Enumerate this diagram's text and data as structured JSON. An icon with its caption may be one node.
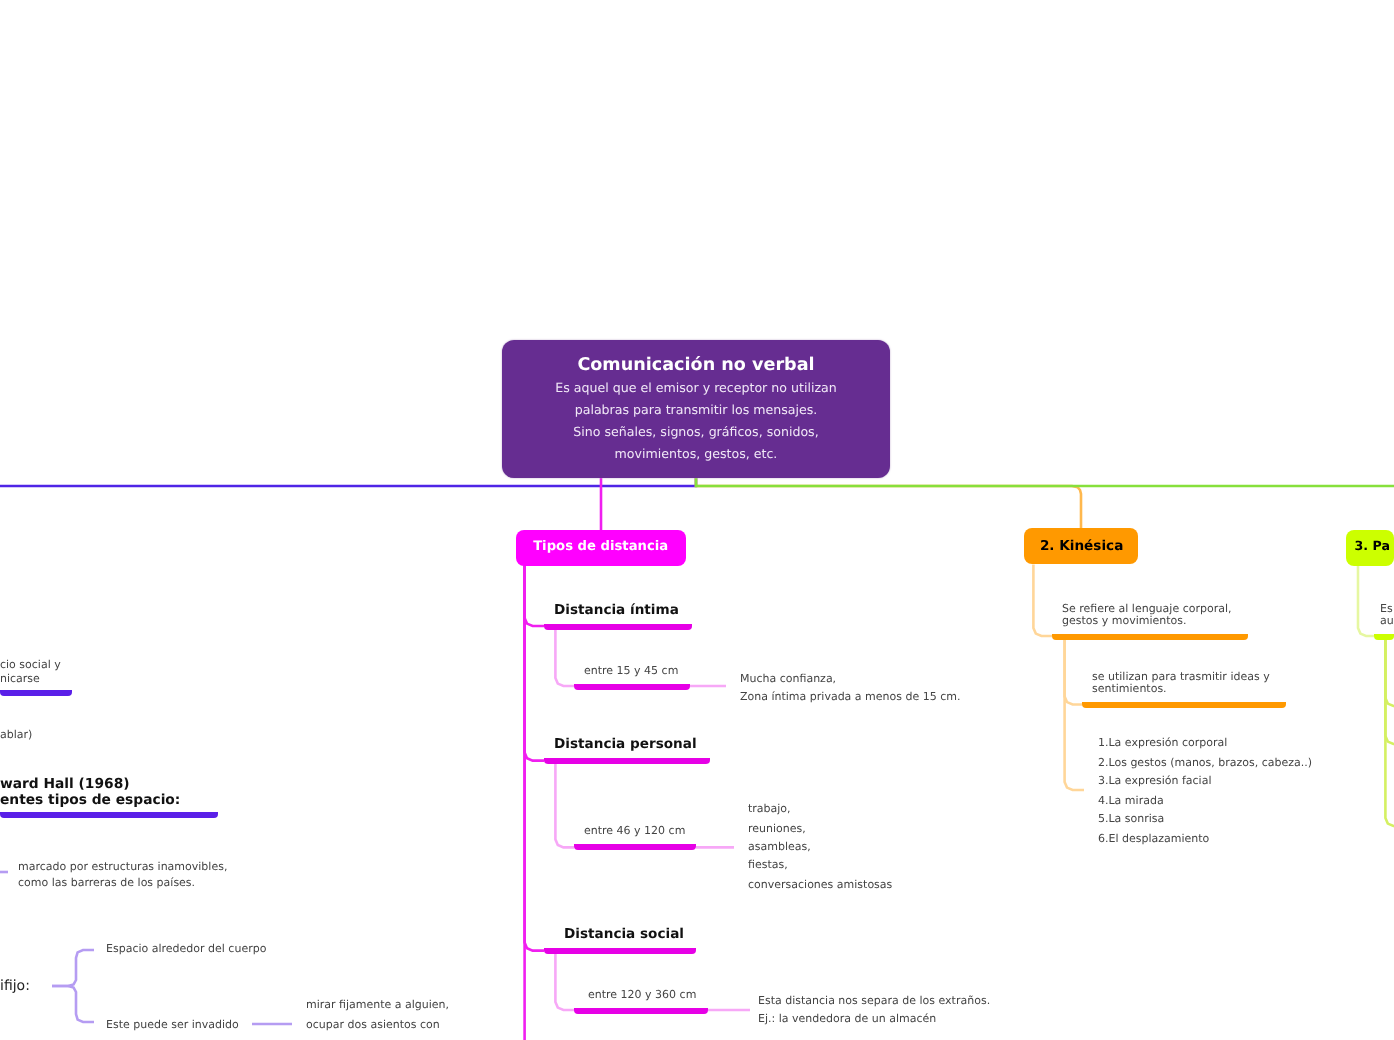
{
  "diagram": {
    "nodes": [
      {
        "text": [
          "Comunicación no verbal",
          "Es aquel que el emisor y receptor no utilizan palabras para transmitir los mensajes.",
          "Sino señales, signos, gráficos, sonidos, movimientos, gestos, etc."
        ]
      },
      {
        "text": [
          "cio social y nicarse"
        ]
      },
      {
        "text": [
          "ablar)"
        ]
      },
      {
        "text": [
          "ward Hall (1968)",
          "entes tipos de espacio:"
        ]
      },
      {
        "text": [
          "marcado por estructuras inamovibles, como las barreras de los países."
        ]
      },
      {
        "text": [
          "ifijo:"
        ]
      },
      {
        "text": [
          "Espacio alrededor del cuerpo"
        ]
      },
      {
        "text": [
          "Este puede ser invadido"
        ]
      },
      {
        "text": [
          "mirar fijamente a alguien, ocupar dos asientos con"
        ]
      },
      {
        "text": [
          "Tipos de distancia"
        ]
      },
      {
        "text": [
          "Distancia íntima"
        ]
      },
      {
        "text": [
          "entre 15 y 45 cm"
        ]
      },
      {
        "text": [
          "Mucha confianza,",
          "Zona íntima privada a menos de 15 cm."
        ]
      },
      {
        "text": [
          "Distancia personal"
        ]
      },
      {
        "text": [
          "entre 46 y 120 cm"
        ]
      },
      {
        "text": [
          "trabajo,",
          "reuniones,",
          "asambleas,",
          "fiestas,",
          "conversaciones amistosas"
        ]
      },
      {
        "text": [
          "Distancia social"
        ]
      },
      {
        "text": [
          "entre 120 y 360 cm"
        ]
      },
      {
        "text": [
          "Esta distancia nos separa de los extraños.",
          "Ej.: la vendedora de un almacén"
        ]
      },
      {
        "text": [
          "2. Kinésica"
        ]
      },
      {
        "text": [
          "Se refiere al lenguaje corporal, gestos y movimientos."
        ]
      },
      {
        "text": [
          "se utilizan para trasmitir ideas y sentimientos."
        ]
      },
      {
        "text": [
          "1.La expresión corporal",
          "2.Los gestos (manos, brazos, cabeza..)",
          "3.La expresión facial",
          "4.La mirada",
          "5.La sonrisa",
          "6.El desplazamiento"
        ]
      },
      {
        "text": [
          "3. Pa"
        ]
      },
      {
        "text": [
          "Es au"
        ]
      }
    ],
    "edges": [
      {
        "from": 0,
        "to": null,
        "arrow": "none",
        "color": "#4f25e6"
      },
      {
        "from": 0,
        "to": 9,
        "arrow": "none",
        "color": "#f01ff0"
      },
      {
        "from": 9,
        "to": 10,
        "arrow": "none",
        "color": "#f01ff0"
      },
      {
        "from": 10,
        "to": 11,
        "arrow": "none",
        "color": "#f7a8f7"
      },
      {
        "from": 11,
        "to": 12,
        "arrow": "none",
        "color": "#f7a8f7"
      },
      {
        "from": 9,
        "to": 13,
        "arrow": "none",
        "color": "#f01ff0"
      },
      {
        "from": 13,
        "to": 14,
        "arrow": "none",
        "color": "#f7a8f7"
      },
      {
        "from": 14,
        "to": 15,
        "arrow": "none",
        "color": "#f7a8f7"
      },
      {
        "from": 9,
        "to": 16,
        "arrow": "none",
        "color": "#f01ff0"
      },
      {
        "from": 16,
        "to": 17,
        "arrow": "none",
        "color": "#f7a8f7"
      },
      {
        "from": 17,
        "to": 18,
        "arrow": "none",
        "color": "#f7a8f7"
      },
      {
        "from": 9,
        "to": null,
        "arrow": "none",
        "color": "#f01ff0"
      },
      {
        "from": 0,
        "to": 19,
        "arrow": "none",
        "color": "#ffb84d"
      },
      {
        "from": 0,
        "to": null,
        "arrow": "none",
        "color": "#86e03c"
      },
      {
        "from": 19,
        "to": 20,
        "arrow": "none",
        "color": "#ffd699"
      },
      {
        "from": 20,
        "to": 21,
        "arrow": "none",
        "color": "#ffd699"
      },
      {
        "from": 20,
        "to": 22,
        "arrow": "none",
        "color": "#ffd699"
      },
      {
        "from": 23,
        "to": 24,
        "arrow": "none",
        "color": "#e6f7a1"
      },
      {
        "from": 24,
        "to": null,
        "arrow": "none",
        "color": "#d4f062"
      },
      {
        "from": 24,
        "to": null,
        "arrow": "none",
        "color": "#d4f062"
      },
      {
        "from": 24,
        "to": null,
        "arrow": "none",
        "color": "#d4f062"
      },
      {
        "from": null,
        "to": 4,
        "arrow": "none",
        "color": "#b59cf2"
      },
      {
        "from": 5,
        "to": 6,
        "arrow": "none",
        "color": "#b59cf2"
      },
      {
        "from": 5,
        "to": 7,
        "arrow": "none",
        "color": "#b59cf2"
      },
      {
        "from": 7,
        "to": 8,
        "arrow": "none",
        "color": "#b59cf2"
      }
    ]
  }
}
